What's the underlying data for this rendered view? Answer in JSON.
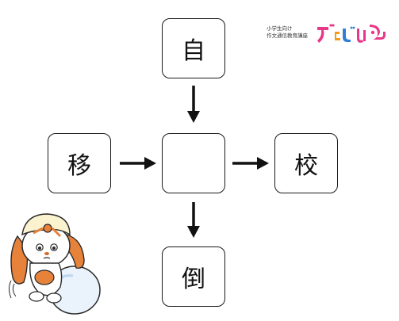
{
  "puzzle": {
    "top": "自",
    "left": "移",
    "center": "",
    "right": "校",
    "bottom": "倒"
  },
  "logo": {
    "line1": "小学生向け",
    "line2": "作文通信教育講座",
    "wordmark": "ブンブンどりむ"
  },
  "colors": {
    "box_border": "#1a1a1a",
    "arrow": "#111111",
    "logo_pink": "#e8388a",
    "logo_blue": "#2f7fd6",
    "logo_orange": "#f29a1f"
  }
}
